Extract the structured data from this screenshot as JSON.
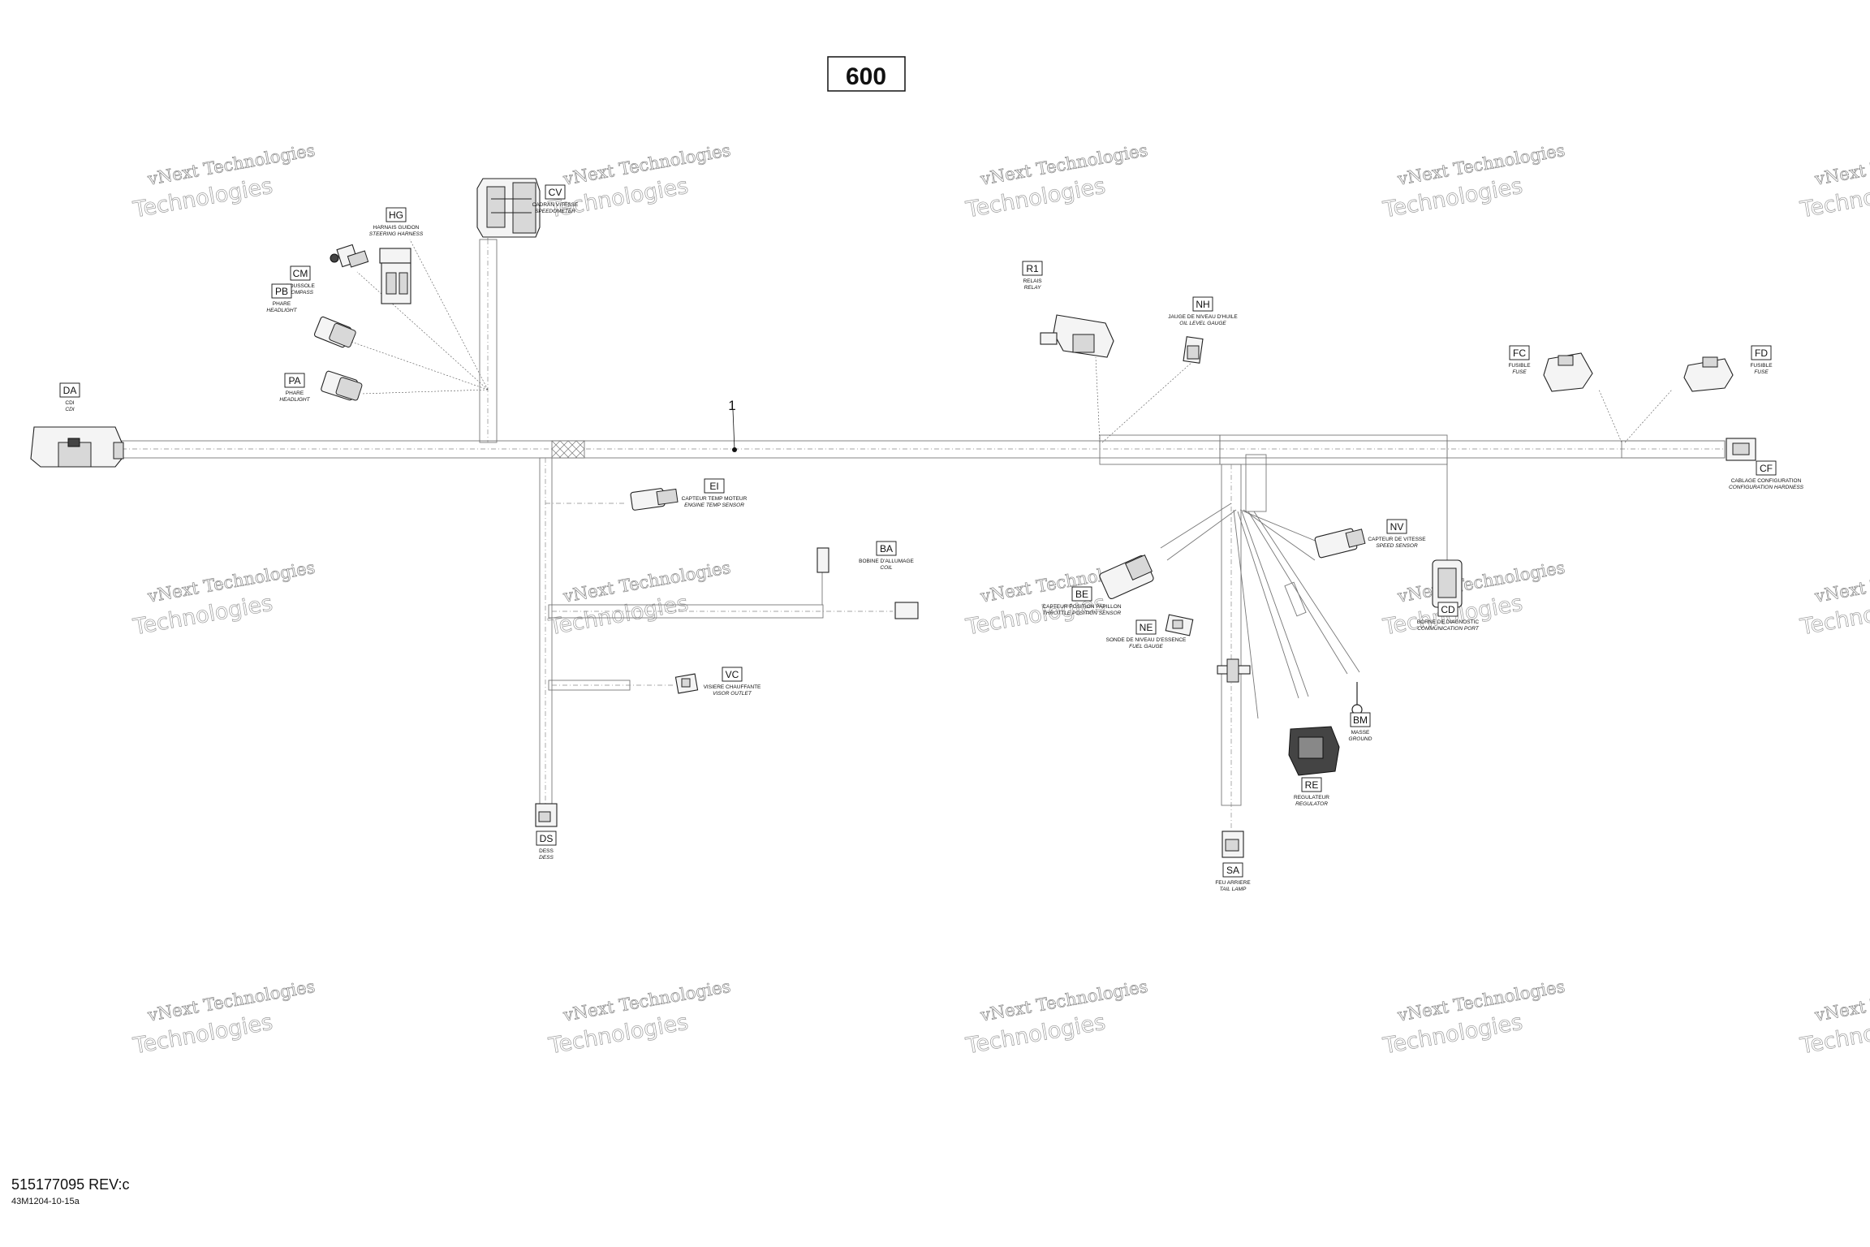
{
  "title_box": "600",
  "item_number": "1",
  "watermark": {
    "line1": "vNext Technologies",
    "line2": "Technologies"
  },
  "footer": {
    "part_number": "515177095 REV:c",
    "drawing_code": "43M1204-10-15a"
  },
  "connectors": {
    "DA": {
      "code": "DA",
      "fr": "CDI",
      "en": "CDI"
    },
    "CV": {
      "code": "CV",
      "fr": "CADRAN VITESSE",
      "en": "SPEEDOMETER"
    },
    "HG": {
      "code": "HG",
      "fr": "HARNAIS GUIDON",
      "en": "STEERING HARNESS"
    },
    "CM": {
      "code": "CM",
      "fr": "BOUSSOLE",
      "en": "COMPASS"
    },
    "PB": {
      "code": "PB",
      "fr": "PHARE",
      "en": "HEADLIGHT"
    },
    "PA": {
      "code": "PA",
      "fr": "PHARE",
      "en": "HEADLIGHT"
    },
    "EI": {
      "code": "EI",
      "fr": "CAPTEUR TEMP MOTEUR",
      "en": "ENGINE TEMP SENSOR"
    },
    "BA": {
      "code": "BA",
      "fr": "BOBINE D'ALLUMAGE",
      "en": "COIL"
    },
    "VC": {
      "code": "VC",
      "fr": "VISIERE CHAUFFANTE",
      "en": "VISOR OUTLET"
    },
    "DS": {
      "code": "DS",
      "fr": "DESS",
      "en": "DESS"
    },
    "R1": {
      "code": "R1",
      "fr": "RELAIS",
      "en": "RELAY"
    },
    "NH": {
      "code": "NH",
      "fr": "JAUGE DE NIVEAU D'HUILE",
      "en": "OIL LEVEL GAUGE"
    },
    "FC": {
      "code": "FC",
      "fr": "FUSIBLE",
      "en": "FUSE"
    },
    "FD": {
      "code": "FD",
      "fr": "FUSIBLE",
      "en": "FUSE"
    },
    "CF": {
      "code": "CF",
      "fr": "CABLAGE CONFIGURATION",
      "en": "CONFIGURATION HARDNESS"
    },
    "NV": {
      "code": "NV",
      "fr": "CAPTEUR DE VITESSE",
      "en": "SPEED SENSOR"
    },
    "BE": {
      "code": "BE",
      "fr": "CAPTEUR POSITION PAPILLON",
      "en": "THROTTLE POSITION SENSOR"
    },
    "NE": {
      "code": "NE",
      "fr": "SONDE DE NIVEAU D'ESSENCE",
      "en": "FUEL GAUGE"
    },
    "CD": {
      "code": "CD",
      "fr": "BORNE DE DIAGNOSTIC",
      "en": "COMMUNICATION PORT"
    },
    "SA": {
      "code": "SA",
      "fr": "FEU ARRIERE",
      "en": "TAIL LAMP"
    },
    "RE": {
      "code": "RE",
      "fr": "REGULATEUR",
      "en": "REGULATOR"
    },
    "BM": {
      "code": "BM",
      "fr": "MASSE",
      "en": "GROUND"
    }
  }
}
